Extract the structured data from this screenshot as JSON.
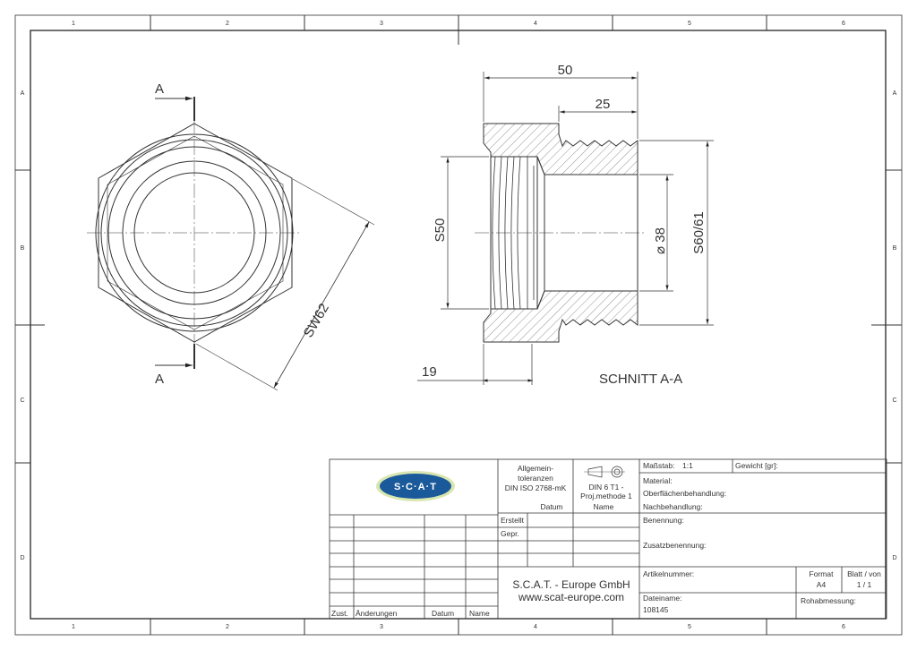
{
  "frame": {
    "columns": [
      "1",
      "2",
      "3",
      "4",
      "5",
      "6"
    ],
    "rows": [
      "A",
      "B",
      "C",
      "D"
    ]
  },
  "front_view": {
    "section_arrow_label": "A",
    "wrench_size": "SW62"
  },
  "section_view": {
    "title": "SCHNITT A-A",
    "dims": {
      "total_length": "50",
      "thread_length": "25",
      "inner_thread": "S50",
      "bore": "⌀ 38",
      "outer_thread": "S60/61",
      "hex_length": "19"
    }
  },
  "title_block": {
    "logo_text": "S·C·A·T",
    "tolerance_line1": "Allgemein-",
    "tolerance_line2": "toleranzen",
    "tolerance_line3": "DIN ISO 2768-mK",
    "datum_label": "Datum",
    "proj_line1": "DIN 6  T1 -",
    "proj_line2": "Proj.methode 1",
    "name_label": "Name",
    "erstellt_label": "Erstellt",
    "geprueft_label": "Gepr.",
    "company_name": "S.C.A.T. - Europe GmbH",
    "company_web": "www.scat-europe.com",
    "revision_headers": {
      "zust": "Zust.",
      "aenderungen": "Änderungen",
      "datum": "Datum",
      "name": "Name"
    },
    "massstab_label": "Maßstab:",
    "massstab_value": "1:1",
    "gewicht_label": "Gewicht [gr]:",
    "material_label": "Material:",
    "oberflaeche_label": "Oberflächenbehandlung:",
    "nachbehandlung_label": "Nachbehandlung:",
    "benennung_label": "Benennung:",
    "zusatzbenennung_label": "Zusatzbenennung:",
    "artikelnummer_label": "Artikelnummer:",
    "format_label": "Format",
    "format_value": "A4",
    "blatt_label": "Blatt / von",
    "blatt_value": "1  /  1",
    "dateiname_label": "Dateiname:",
    "dateiname_value": "108145",
    "rohabmessung_label": "Rohabmessung:"
  }
}
